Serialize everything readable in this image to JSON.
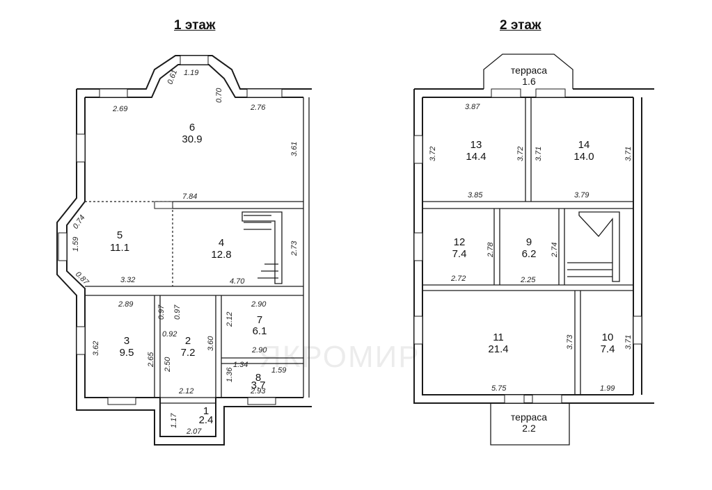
{
  "floors": [
    {
      "title": "1 этаж",
      "rooms": [
        {
          "num": "6",
          "area": "30.9"
        },
        {
          "num": "5",
          "area": "11.1"
        },
        {
          "num": "4",
          "area": "12.8"
        },
        {
          "num": "3",
          "area": "9.5"
        },
        {
          "num": "2",
          "area": "7.2"
        },
        {
          "num": "7",
          "area": "6.1"
        },
        {
          "num": "8",
          "area": "3.7"
        },
        {
          "num": "1",
          "area": "2.4"
        }
      ],
      "dims": [
        "1.19",
        "0.61",
        "0.70",
        "2.69",
        "2.76",
        "3.61",
        "7.84",
        "0.74",
        "1.59",
        "0.87",
        "3.32",
        "4.70",
        "2.73",
        "2.89",
        "0.97",
        "0.97",
        "2.90",
        "3.62",
        "0.92",
        "2.12",
        "3.60",
        "2.65",
        "2.50",
        "2.90",
        "1.34",
        "1.59",
        "1.36",
        "2.93",
        "2.12",
        "1.17",
        "2.07"
      ]
    },
    {
      "title": "2 этаж",
      "rooms": [
        {
          "num": "13",
          "area": "14.4"
        },
        {
          "num": "14",
          "area": "14.0"
        },
        {
          "num": "12",
          "area": "7.4"
        },
        {
          "num": "9",
          "area": "6.2"
        },
        {
          "num": "11",
          "area": "21.4"
        },
        {
          "num": "10",
          "area": "7.4"
        }
      ],
      "terraces": [
        {
          "label": "терраса",
          "area": "1.6"
        },
        {
          "label": "терраса",
          "area": "2.2"
        }
      ],
      "dims": [
        "3.87",
        "3.72",
        "3.72",
        "3.71",
        "3.71",
        "3.85",
        "3.79",
        "2.78",
        "2.74",
        "2.72",
        "2.25",
        "3.73",
        "3.71",
        "5.75",
        "1.99"
      ]
    }
  ],
  "watermark": "ЯКРОМИР"
}
